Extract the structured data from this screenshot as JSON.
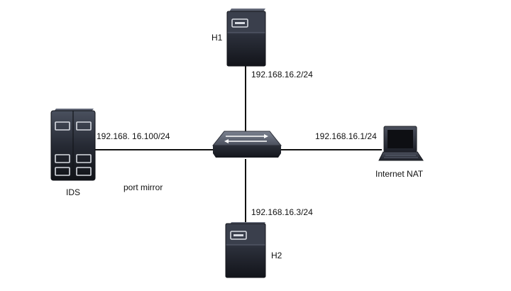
{
  "nodes": {
    "h1": {
      "label": "H1"
    },
    "h2": {
      "label": "H2"
    },
    "ids": {
      "label": "IDS"
    },
    "internet_nat": {
      "label": "Internet NAT"
    },
    "switch": {}
  },
  "links": {
    "h1": {
      "ip": "192.168.16.2/24"
    },
    "h2": {
      "ip": "192.168.16.3/24"
    },
    "ids": {
      "ip": "192.168. 16.100/24",
      "note": "port mirror"
    },
    "internet_nat": {
      "ip": "192.168.16.1/24"
    }
  },
  "colors": {
    "line": "#111111",
    "device_dark": "#1b1e26",
    "device_mid": "#3a3f4d",
    "device_light": "#5a6070",
    "label": "#111111"
  }
}
